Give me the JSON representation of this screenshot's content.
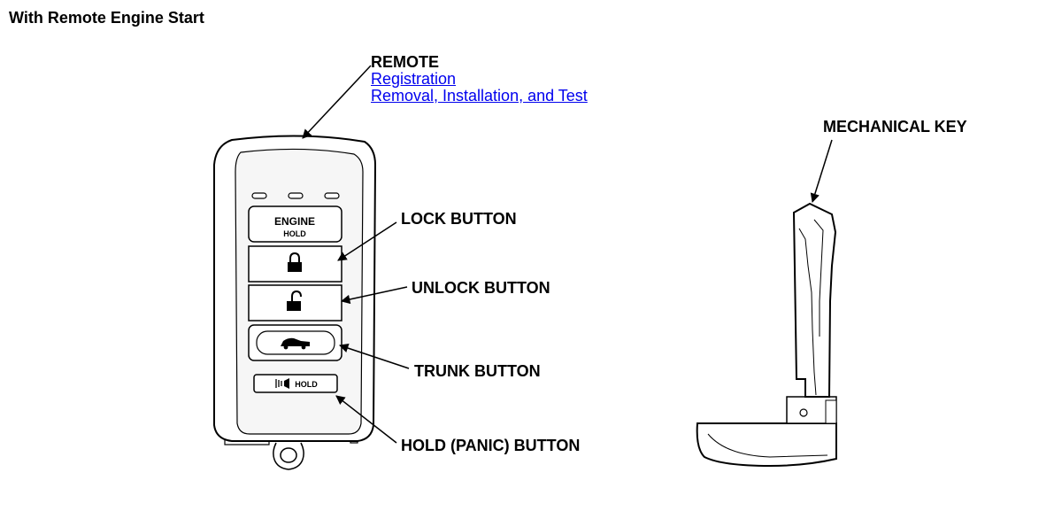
{
  "title": "With Remote Engine Start",
  "remote": {
    "label": "REMOTE",
    "links": [
      "Registration",
      "Removal, Installation, and Test"
    ]
  },
  "callouts": {
    "lock": "LOCK BUTTON",
    "unlock": "UNLOCK BUTTON",
    "trunk": "TRUNK BUTTON",
    "hold": "HOLD (PANIC) BUTTON",
    "mechanical_key": "MECHANICAL KEY"
  },
  "fob_buttons": {
    "engine_top": "ENGINE",
    "engine_bottom": "HOLD",
    "panic": "HOLD"
  },
  "colors": {
    "link": "#0000ee",
    "line": "#000000",
    "fob_shade": "#e8e8e8"
  }
}
